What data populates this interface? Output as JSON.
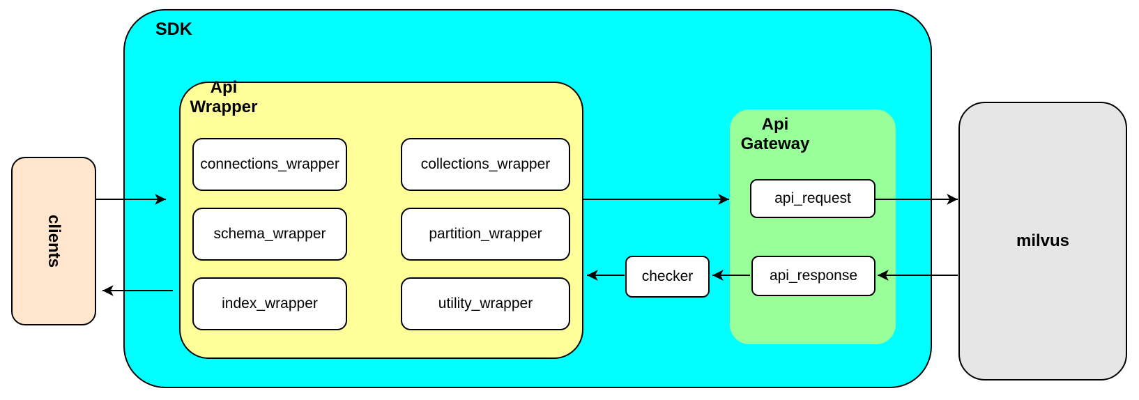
{
  "diagram": {
    "clients": {
      "label": "clients",
      "fill": "#FFE6CC"
    },
    "sdk": {
      "label": "SDK",
      "fill": "#00FFFF"
    },
    "api_wrapper": {
      "label": "Api Wrapper",
      "fill": "#FFFF99"
    },
    "wrapper_boxes": [
      "connections_wrapper",
      "collections_wrapper",
      "schema_wrapper",
      "partition_wrapper",
      "index_wrapper",
      "utility_wrapper"
    ],
    "checker": {
      "label": "checker",
      "fill": "#FFFFFF"
    },
    "api_gateway": {
      "label": "Api Gateway",
      "fill": "#99FF99"
    },
    "gateway_boxes": [
      "api_request",
      "api_response"
    ],
    "milvus": {
      "label": "milvus",
      "fill": "#E6E6E6"
    },
    "line_color": "#000000",
    "edges": [
      {
        "from": "clients",
        "to": "api_wrapper"
      },
      {
        "from": "api_wrapper",
        "to": "api_gateway"
      },
      {
        "from": "api_request",
        "to": "milvus"
      },
      {
        "from": "milvus",
        "to": "api_response"
      },
      {
        "from": "api_response",
        "to": "checker"
      },
      {
        "from": "checker",
        "to": "api_wrapper"
      },
      {
        "from": "sdk",
        "to": "clients"
      }
    ]
  }
}
